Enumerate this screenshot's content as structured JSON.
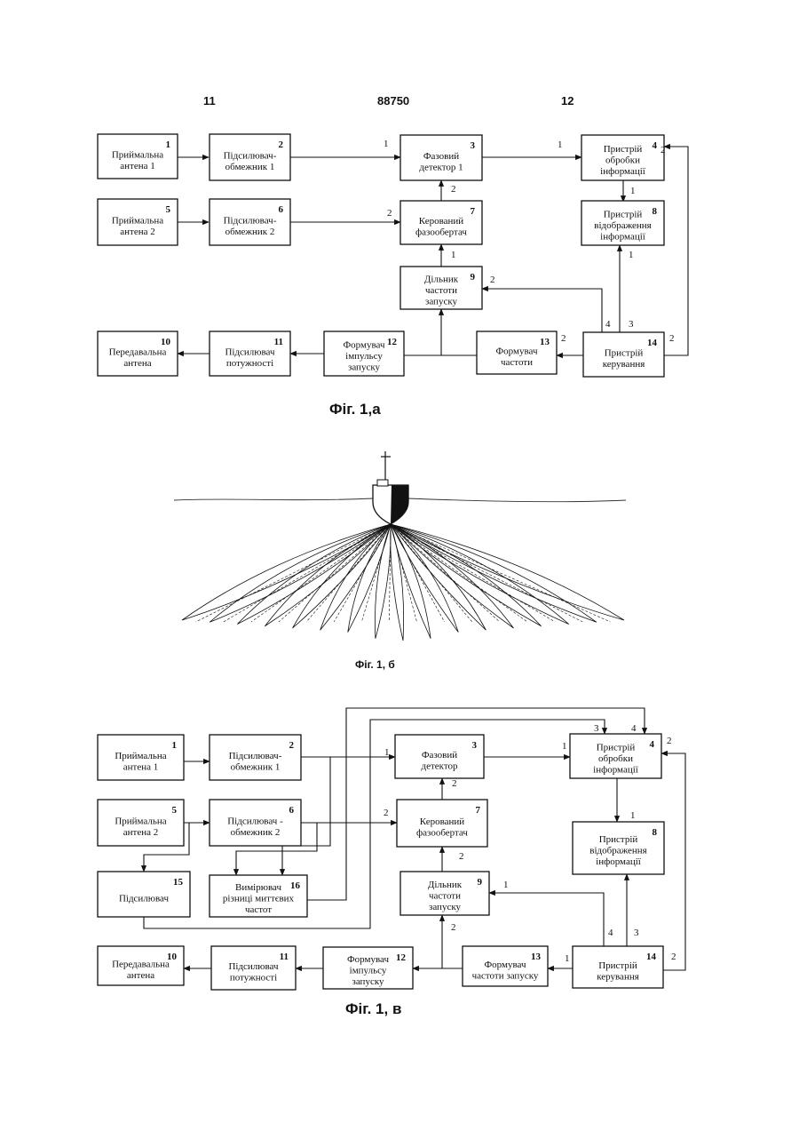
{
  "header": {
    "left_page": "11",
    "patent_number": "88750",
    "right_page": "12"
  },
  "figures": {
    "fig_a": {
      "caption": "Фіг. 1,а",
      "blocks": [
        {
          "id": "ant1",
          "num": "1",
          "lines": [
            "Приймальна",
            "антена 1"
          ]
        },
        {
          "id": "amp2",
          "num": "2",
          "lines": [
            "Підсилювач-",
            "обмежник  1"
          ]
        },
        {
          "id": "pd3",
          "num": "3",
          "lines": [
            "Фазовий",
            "детектор  1"
          ]
        },
        {
          "id": "proc4",
          "num": "4",
          "lines": [
            "Пристрій",
            "обробки",
            "інформації"
          ]
        },
        {
          "id": "ant5",
          "num": "5",
          "lines": [
            "Приймальна",
            "антена 2"
          ]
        },
        {
          "id": "amp6",
          "num": "6",
          "lines": [
            "Підсилювач-",
            "обмежник  2"
          ]
        },
        {
          "id": "ps7",
          "num": "7",
          "lines": [
            "Керований",
            "фазообертач"
          ]
        },
        {
          "id": "disp8",
          "num": "8",
          "lines": [
            "Пристрій",
            "відображення",
            "інформації"
          ]
        },
        {
          "id": "div9",
          "num": "9",
          "lines": [
            "Дільник",
            "частоти",
            "запуску"
          ]
        },
        {
          "id": "tx10",
          "num": "10",
          "lines": [
            "Передавальна",
            "антена"
          ]
        },
        {
          "id": "pa11",
          "num": "11",
          "lines": [
            "Підсилювач",
            "потужності"
          ]
        },
        {
          "id": "pf12",
          "num": "12",
          "lines": [
            "Формувач",
            "імпульсу",
            "запуску"
          ]
        },
        {
          "id": "ff13",
          "num": "13",
          "lines": [
            "Формувач",
            "частоти"
          ]
        },
        {
          "id": "ctl14",
          "num": "14",
          "lines": [
            "Пристрій",
            "керування"
          ]
        }
      ],
      "port_labels": [
        "1",
        "2",
        "1",
        "2",
        "2",
        "1",
        "1",
        "2",
        "4",
        "3",
        "1",
        "2",
        "2"
      ]
    },
    "fig_b": {
      "caption": "Фіг. 1, б"
    },
    "fig_c": {
      "caption": "Фіг. 1, в",
      "blocks": [
        {
          "id": "ant1",
          "num": "1",
          "lines": [
            "Приймальна",
            "антена 1"
          ]
        },
        {
          "id": "amp2",
          "num": "2",
          "lines": [
            "Підсилювач-",
            "обмежник  1"
          ]
        },
        {
          "id": "pd3",
          "num": "3",
          "lines": [
            "Фазовий",
            "детектор"
          ]
        },
        {
          "id": "proc4",
          "num": "4",
          "lines": [
            "Пристрій",
            "обробки",
            "інформації"
          ]
        },
        {
          "id": "ant5",
          "num": "5",
          "lines": [
            "Приймальна",
            "антена 2"
          ]
        },
        {
          "id": "amp6",
          "num": "6",
          "lines": [
            "Підсилювач -",
            "обмежник  2"
          ]
        },
        {
          "id": "ps7",
          "num": "7",
          "lines": [
            "Керований",
            "фазообертач"
          ]
        },
        {
          "id": "disp8",
          "num": "8",
          "lines": [
            "Пристрій",
            "відображення",
            "інформації"
          ]
        },
        {
          "id": "amp15",
          "num": "15",
          "lines": [
            "Підсилювач"
          ]
        },
        {
          "id": "meas16",
          "num": "16",
          "lines": [
            "Вимірювач",
            "різниці миттєвих",
            "частот"
          ]
        },
        {
          "id": "div9",
          "num": "9",
          "lines": [
            "Дільник",
            "частоти",
            "запуску"
          ]
        },
        {
          "id": "tx10",
          "num": "10",
          "lines": [
            "Передавальна",
            "антена"
          ]
        },
        {
          "id": "pa11",
          "num": "11",
          "lines": [
            "Підсилювач",
            "потужності"
          ]
        },
        {
          "id": "pf12",
          "num": "12",
          "lines": [
            "Формувач",
            "імпульсу",
            "запуску"
          ]
        },
        {
          "id": "ff13",
          "num": "13",
          "lines": [
            "Формувач",
            "частоти запуску"
          ]
        },
        {
          "id": "ctl14",
          "num": "14",
          "lines": [
            "Пристрій",
            "керування"
          ]
        }
      ],
      "port_labels": [
        "1",
        "1",
        "2",
        "2",
        "2",
        "3",
        "4",
        "2",
        "1",
        "1",
        "2",
        "4",
        "3",
        "1",
        "2"
      ]
    }
  }
}
